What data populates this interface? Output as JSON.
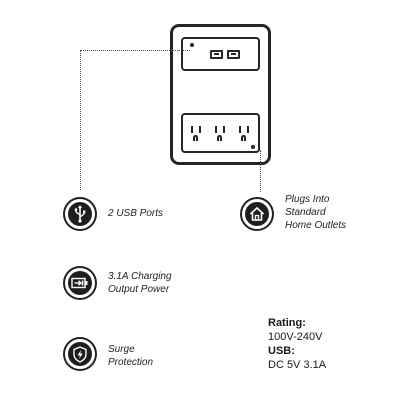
{
  "features": {
    "usb": {
      "icon": "usb-icon",
      "lines": [
        "2 USB Ports"
      ]
    },
    "outlets": {
      "icon": "house-icon",
      "lines": [
        "Plugs Into",
        "Standard",
        "Home Outlets"
      ]
    },
    "charging": {
      "icon": "charging-battery-icon",
      "lines": [
        "3.1A Charging",
        "Output Power"
      ]
    },
    "surge": {
      "icon": "lightning-shield-icon",
      "lines": [
        "Surge",
        "Protection"
      ]
    }
  },
  "specs": {
    "rating_label": "Rating:",
    "rating_value": "100V-240V",
    "usb_label": "USB:",
    "usb_value": "DC 5V 3.1A"
  },
  "colors": {
    "ink": "#1e1e1e",
    "background": "#ffffff"
  }
}
